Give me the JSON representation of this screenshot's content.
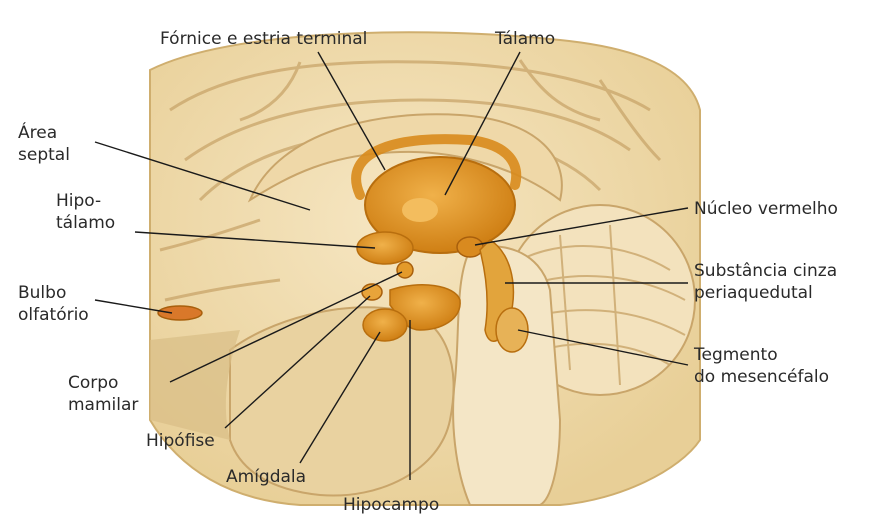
{
  "labels": {
    "fornice": "Fórnice e estria terminal",
    "talamo": "Tálamo",
    "area_septal": [
      "Área",
      "septal"
    ],
    "hipotalamo": [
      "Hipo-",
      "tálamo"
    ],
    "bulbo": [
      "Bulbo",
      "olfatório"
    ],
    "corpo_mamilar": [
      "Corpo",
      "mamilar"
    ],
    "hipofise": "Hipófise",
    "amigdala": "Amígdala",
    "hipocampo": "Hipocampo",
    "nucleo": "Núcleo vermelho",
    "substancia": [
      "Substância cinza",
      "periaquedutal"
    ],
    "tegmento": [
      "Tegmento",
      "do mesencéfalo"
    ]
  },
  "colors": {
    "background": "#ffffff",
    "brain_tissue": "#f1ddb0",
    "brain_shadow": "#d9bd86",
    "limbic_orange": "#e39a2a",
    "limbic_dark": "#c97a12",
    "leader_line": "#1a1a1a",
    "text": "#2a2a2a"
  }
}
